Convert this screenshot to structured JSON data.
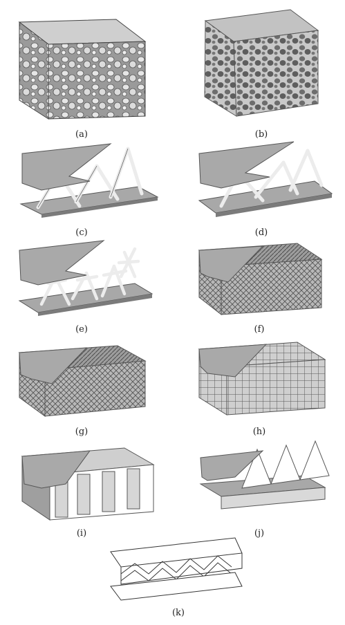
{
  "panels": [
    {
      "label": "(a)",
      "kind": "open-cell-foam"
    },
    {
      "label": "(b)",
      "kind": "closed-cell-foam"
    },
    {
      "label": "(c)",
      "kind": "pyramidal-truss-core"
    },
    {
      "label": "(d)",
      "kind": "tetrahedral-truss-core"
    },
    {
      "label": "(e)",
      "kind": "kagome-truss-core"
    },
    {
      "label": "(f)",
      "kind": "diamond-textile-core"
    },
    {
      "label": "(g)",
      "kind": "diamond-collinear-core"
    },
    {
      "label": "(h)",
      "kind": "square-collinear-core"
    },
    {
      "label": "(i)",
      "kind": "hexagonal-honeycomb-core"
    },
    {
      "label": "(j)",
      "kind": "prismatic-diamond-core"
    },
    {
      "label": "(k)",
      "kind": "corrugated-core"
    }
  ],
  "colors": {
    "face": "#a9a9a9",
    "face_light": "#c6c6c6",
    "side": "#7b7b7b",
    "strut": "#ececec",
    "outline": "#4a4a4a",
    "caption": "#222222"
  }
}
